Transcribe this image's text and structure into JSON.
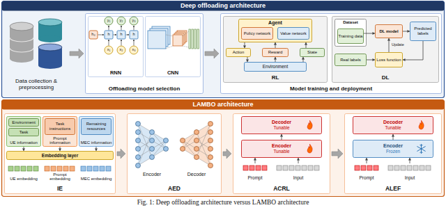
{
  "diagram": {
    "caption": "Fig. 1: Deep offloading architecture versus LAMBO architecture",
    "nodes": [
      {
        "text": [
          "Deep offloading architecture"
        ]
      },
      {
        "text": [
          "Data collection & preprocessing"
        ],
        "in": 0
      },
      {
        "text": [
          "Offloading model selection"
        ],
        "in": 0
      },
      {
        "text": [
          "RNN"
        ],
        "in": 2
      },
      {
        "text": [
          "CNN"
        ],
        "in": 2
      },
      {
        "text": [
          "Model training and deployment"
        ],
        "in": 0
      },
      {
        "text": [
          "RL"
        ],
        "in": 5
      },
      {
        "text": [
          "Agent"
        ],
        "in": 6
      },
      {
        "text": [
          "Policy network"
        ],
        "in": 7
      },
      {
        "text": [
          "Value network"
        ],
        "in": 7
      },
      {
        "text": [
          "Action"
        ],
        "in": 6
      },
      {
        "text": [
          "Reward"
        ],
        "in": 6
      },
      {
        "text": [
          "State"
        ],
        "in": 6
      },
      {
        "text": [
          "Environment"
        ],
        "in": 6
      },
      {
        "text": [
          "DL"
        ],
        "in": 5
      },
      {
        "text": [
          "Dataset"
        ],
        "in": 14
      },
      {
        "text": [
          "Training data"
        ],
        "in": 15
      },
      {
        "text": [
          "DL model"
        ],
        "in": 14
      },
      {
        "text": [
          "Predicted labels"
        ],
        "in": 14
      },
      {
        "text": [
          "Real labels"
        ],
        "in": 14
      },
      {
        "text": [
          "Loss function"
        ],
        "in": 14
      },
      {
        "text": [
          "LAMBO architecture"
        ]
      },
      {
        "text": [
          "IE"
        ],
        "in": 21
      },
      {
        "text": [
          "UE information"
        ],
        "in": 22
      },
      {
        "text": [
          "Environment"
        ],
        "in": 23
      },
      {
        "text": [
          "Task"
        ],
        "in": 23
      },
      {
        "text": [
          "Prompt information"
        ],
        "in": 22
      },
      {
        "text": [
          "Task instructions"
        ],
        "in": 26
      },
      {
        "text": [
          "MEC information"
        ],
        "in": 22
      },
      {
        "text": [
          "Remaining resources"
        ],
        "in": 28
      },
      {
        "text": [
          "Embedding layer"
        ],
        "in": 22
      },
      {
        "text": [
          "UE embedding"
        ],
        "in": 22
      },
      {
        "text": [
          "Prompt embedding"
        ],
        "in": 22
      },
      {
        "text": [
          "MEC embedding"
        ],
        "in": 22
      },
      {
        "text": [
          "AED"
        ],
        "in": 21
      },
      {
        "text": [
          "Encoder"
        ],
        "in": 34
      },
      {
        "text": [
          "Decoder"
        ],
        "in": 34
      },
      {
        "text": [
          "ACRL"
        ],
        "in": 21
      },
      {
        "text": [
          "Decoder",
          "Tunable"
        ],
        "in": 37
      },
      {
        "text": [
          "Encoder",
          "Tunable"
        ],
        "in": 37
      },
      {
        "text": [
          "Prompt"
        ],
        "in": 37
      },
      {
        "text": [
          "Input"
        ],
        "in": 37
      },
      {
        "text": [
          "ALEF"
        ],
        "in": 21
      },
      {
        "text": [
          "Decoder",
          "Tunable"
        ],
        "in": 42
      },
      {
        "text": [
          "Encoder",
          "Frozen"
        ],
        "in": 42
      },
      {
        "text": [
          "Prompt"
        ],
        "in": 42
      },
      {
        "text": [
          "Input"
        ],
        "in": 42
      }
    ],
    "edges": [
      {
        "from": 1,
        "to": 2,
        "arrow": "to"
      },
      {
        "from": 2,
        "to": 5,
        "arrow": "to"
      },
      {
        "from": 7,
        "to": 10,
        "arrow": "to"
      },
      {
        "from": 10,
        "to": 13,
        "arrow": "to"
      },
      {
        "from": 13,
        "to": 11,
        "arrow": "to"
      },
      {
        "from": 11,
        "to": 7,
        "arrow": "to"
      },
      {
        "from": 13,
        "to": 12,
        "arrow": "to"
      },
      {
        "from": 12,
        "to": 7,
        "arrow": "to"
      },
      {
        "from": 16,
        "to": 17,
        "arrow": "to"
      },
      {
        "from": 17,
        "to": 18,
        "arrow": "to"
      },
      {
        "from": 18,
        "to": 20,
        "arrow": "to"
      },
      {
        "from": 19,
        "to": 20,
        "arrow": "to"
      },
      {
        "from": 20,
        "to": 17,
        "label": "Update",
        "arrow": "to"
      },
      {
        "from": 23,
        "to": 30,
        "arrow": "to"
      },
      {
        "from": 26,
        "to": 30,
        "arrow": "to"
      },
      {
        "from": 28,
        "to": 30,
        "arrow": "to"
      },
      {
        "from": 22,
        "to": 34,
        "arrow": "to"
      },
      {
        "from": 34,
        "to": 37,
        "arrow": "to"
      },
      {
        "from": 37,
        "to": 42,
        "arrow": "to"
      },
      {
        "from": 40,
        "to": 39,
        "arrow": "to"
      },
      {
        "from": 41,
        "to": 39,
        "arrow": "to"
      },
      {
        "from": 39,
        "to": 38,
        "arrow": "to"
      },
      {
        "from": 45,
        "to": 44,
        "arrow": "to"
      },
      {
        "from": 46,
        "to": 44,
        "arrow": "to"
      },
      {
        "from": 44,
        "to": 43,
        "arrow": "to"
      }
    ],
    "labels": [
      "h₀",
      "h",
      "h",
      "h",
      "y₁",
      "y₂",
      "y₃",
      "x₁",
      "x₂",
      "x₃"
    ]
  }
}
